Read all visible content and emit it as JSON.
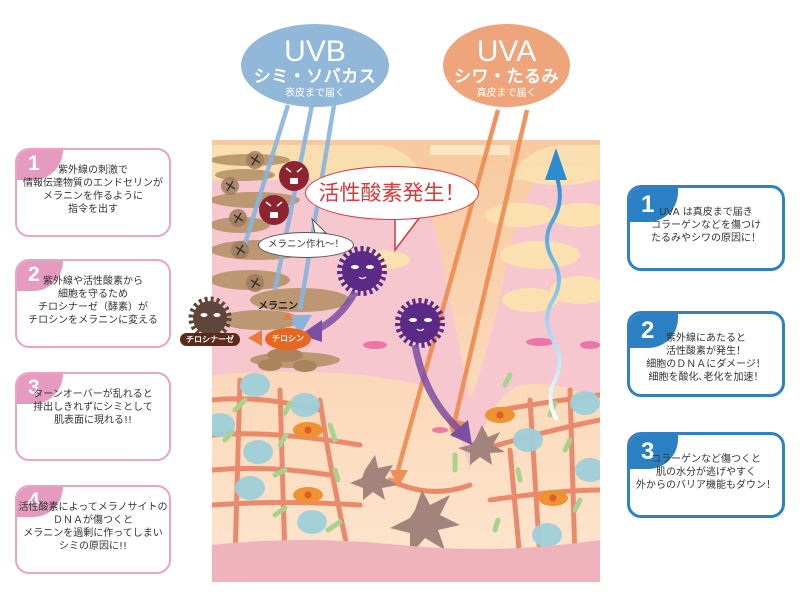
{
  "uvb": {
    "title": "UVB",
    "effect": "シミ・ソバカス",
    "reach": "表皮まで届く",
    "color": "#92b8d9"
  },
  "uva": {
    "title": "UVA",
    "effect": "シワ・たるみ",
    "reach": "真皮まで届く",
    "color": "#eea57c"
  },
  "left_boxes": [
    {
      "num": "1",
      "text": "紫外線の刺激で\n情報伝達物質のエンドセリンが\nメラニンを作るように\n指令を出す"
    },
    {
      "num": "2",
      "text": "紫外線や活性酸素から\n細胞を守るため\nチロシナーゼ（酵素）が\nチロシンをメラニンに変える"
    },
    {
      "num": "3",
      "text": "ターンオーバーが乱れると\n排出しきれずにシミとして\n肌表面に現れる!!"
    },
    {
      "num": "4",
      "text": "活性酸素によってメラノサイトの\nＤＮＡが傷つくと\nメラニンを過剰に作ってしまい\nシミの原因に!!"
    }
  ],
  "right_boxes": [
    {
      "num": "1",
      "text": "UVA は真皮まで届き\nコラーゲンなどを傷つけ\nたるみやシワの原因に！"
    },
    {
      "num": "2",
      "text": "紫外線にあたると\n活性酸素が発生！\n細胞のＤＮＡにダメージ！\n細胞を酸化､老化を加速！"
    },
    {
      "num": "3",
      "text": "コラーゲンなど傷つくと\n肌の水分が逃げやすく\n外からのバリア機能もダウン！"
    }
  ],
  "illustration": {
    "bubble_big": "活性酸素発生！",
    "bubble_small": "メラニン作れ〜！",
    "label_melanin": "メラニン",
    "tag_tyrosinase": "チロシナーゼ",
    "tag_tyrosine": "チロシン"
  },
  "colors": {
    "left_accent": "#e59bbf",
    "right_accent": "#2b80c3",
    "active_oxygen": "#5b2a86",
    "alert_red": "#d9393b"
  }
}
